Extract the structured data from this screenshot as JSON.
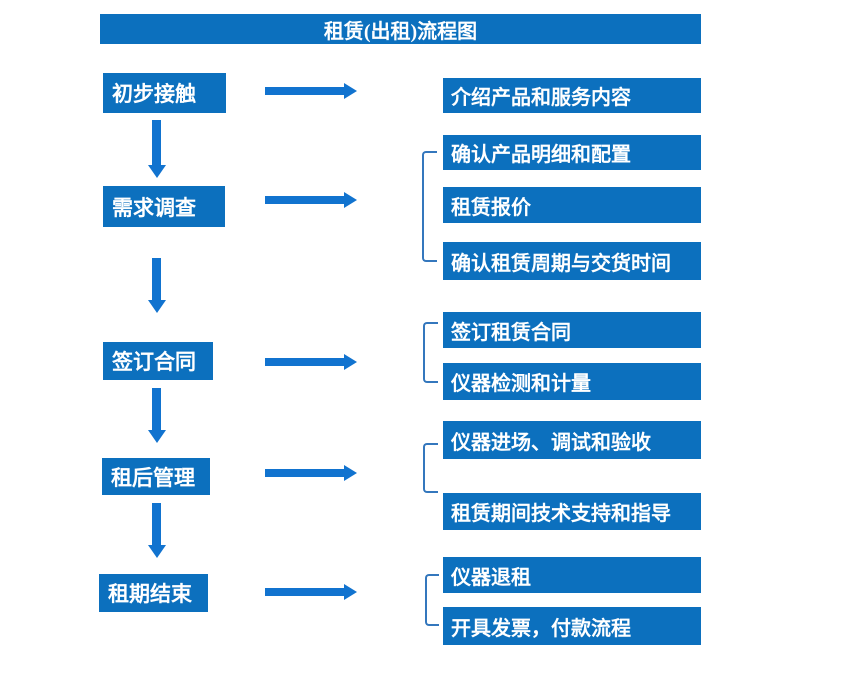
{
  "title": "租赁(出租)流程图",
  "steps": [
    {
      "label": "初步接触",
      "details": [
        "介绍产品和服务内容"
      ]
    },
    {
      "label": "需求调查",
      "details": [
        "确认产品明细和配置",
        "租赁报价",
        "确认租赁周期与交货时间"
      ]
    },
    {
      "label": "签订合同",
      "details": [
        "签订租赁合同",
        "仪器检测和计量"
      ]
    },
    {
      "label": "租后管理",
      "details": [
        "仪器进场、调试和验收",
        "租赁期间技术支持和指导"
      ]
    },
    {
      "label": "租期结束",
      "details": [
        "仪器退租",
        "开具发票，付款流程"
      ]
    }
  ],
  "colors": {
    "box_fill": "#0c70be",
    "arrow": "#1173cf",
    "bracket": "#3477bd",
    "text": "#ffffff",
    "background": "#ffffff"
  }
}
